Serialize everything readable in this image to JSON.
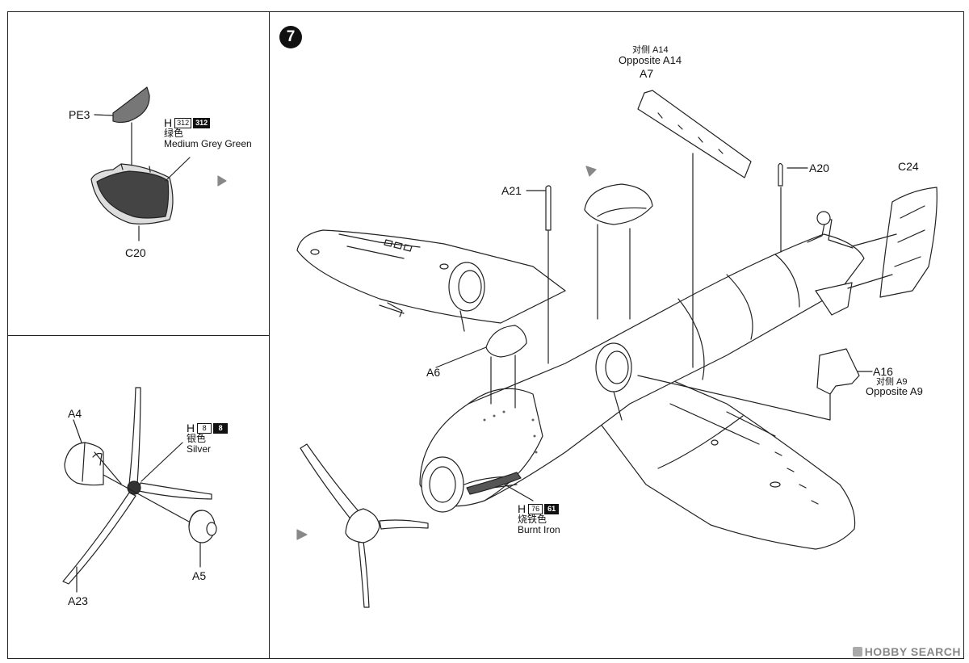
{
  "step_number": "7",
  "top_left": {
    "part_pe3": "PE3",
    "part_c20": "C20",
    "paint": {
      "prefix": "H",
      "code_light": "312",
      "code_dark": "312",
      "name_cn": "绿色",
      "name_en": "Medium Grey Green"
    }
  },
  "bottom_left": {
    "part_a4": "A4",
    "part_a5": "A5",
    "part_a23": "A23",
    "paint": {
      "prefix": "H",
      "code_light": "8",
      "code_dark": "8",
      "name_cn": "银色",
      "name_en": "Silver"
    }
  },
  "main": {
    "opposite_cn_a14": "对侧 A14",
    "opposite_en_a14": "Opposite A14",
    "part_a7": "A7",
    "part_a20": "A20",
    "part_c24": "C24",
    "part_a21": "A21",
    "part_a6": "A6",
    "part_a16": "A16",
    "opposite_cn_a9": "对侧 A9",
    "opposite_en_a9": "Opposite A9",
    "paint": {
      "prefix": "H",
      "code_light": "76",
      "code_dark": "61",
      "name_cn": "烧铁色",
      "name_en": "Burnt Iron"
    }
  },
  "watermark": "HOBBY SEARCH"
}
